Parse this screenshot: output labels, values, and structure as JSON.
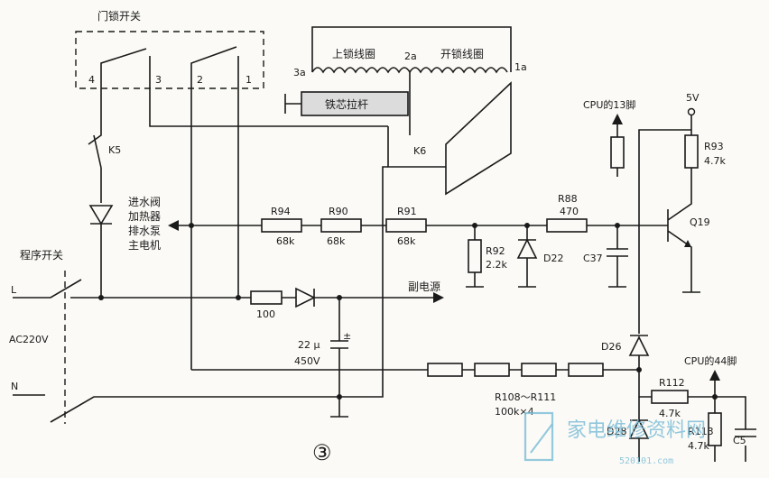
{
  "labels": {
    "door_lock_switch": "门锁开关",
    "lock_coil": "上锁线圈",
    "unlock_coil": "开锁线圈",
    "iron_core": "铁芯拉杆",
    "pin_3a": "3a",
    "pin_2a": "2a",
    "pin_1a": "1a",
    "pin_4": "4",
    "pin_3": "3",
    "pin_2": "2",
    "pin_1": "1",
    "k5": "K5",
    "k6": "K6",
    "cpu13": "CPU的13脚",
    "v5": "5V",
    "r93": "R93",
    "r93_val": "4.7k",
    "q19": "Q19",
    "loads": [
      "进水阀",
      "加热器",
      "排水泵",
      "主电机"
    ],
    "r94": "R94",
    "r94_val": "68k",
    "r90": "R90",
    "r90_val": "68k",
    "r91": "R91",
    "r91_val": "68k",
    "r88": "R88",
    "r88_val": "470",
    "r92": "R92",
    "r92_val": "2.2k",
    "d22": "D22",
    "c37": "C37",
    "program_switch": "程序开关",
    "l": "L",
    "ac": "AC220V",
    "n": "N",
    "r100": "100",
    "aux_power": "副电源",
    "cap_val": "22 μ",
    "cap_v": "450V",
    "d26": "D26",
    "cpu44": "CPU的44脚",
    "r112": "R112",
    "r112_val": "4.7k",
    "rchain": "R108～R111",
    "rchain_val": "100k×4",
    "d28": "D28",
    "r113": "R113",
    "r113_val": "4.7k",
    "c5": "C5",
    "figure_no": "③",
    "watermark": "家电维修资料网",
    "watermark_url": "520101.com"
  }
}
